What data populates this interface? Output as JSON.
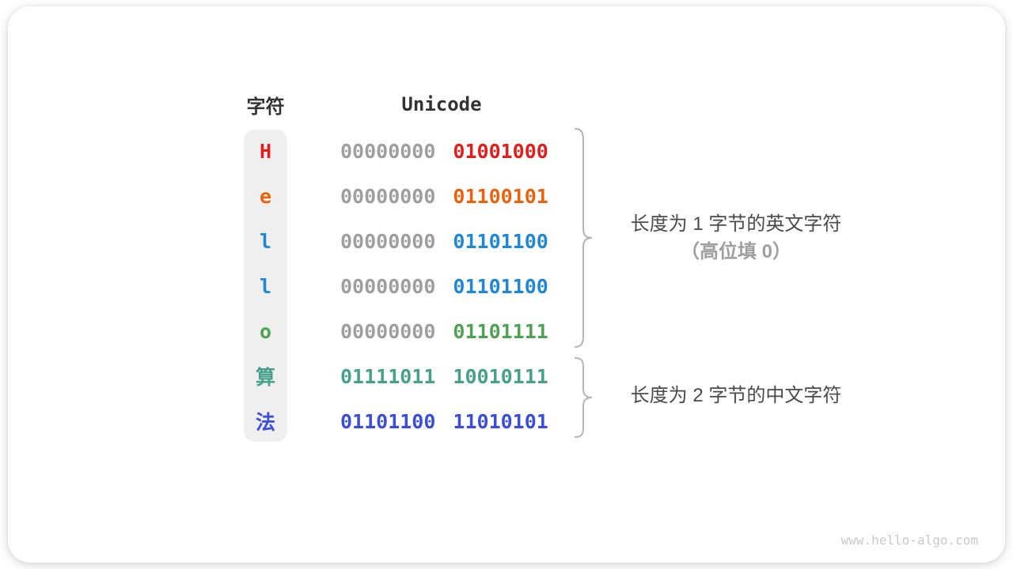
{
  "table": {
    "headers": {
      "char": "字符",
      "unicode": "Unicode"
    },
    "gray_color": "#9e9e9e",
    "rows": [
      {
        "char": "H",
        "byte1": "00000000",
        "byte2": "01001000",
        "color": "#e11d1d",
        "byte1_gray": true
      },
      {
        "char": "e",
        "byte1": "00000000",
        "byte2": "01100101",
        "color": "#ea630c",
        "byte1_gray": true
      },
      {
        "char": "l",
        "byte1": "00000000",
        "byte2": "01101100",
        "color": "#1f87d4",
        "byte1_gray": true
      },
      {
        "char": "l",
        "byte1": "00000000",
        "byte2": "01101100",
        "color": "#1f87d4",
        "byte1_gray": true
      },
      {
        "char": "o",
        "byte1": "00000000",
        "byte2": "01101111",
        "color": "#4fa153",
        "byte1_gray": true
      },
      {
        "char": "算",
        "byte1": "01111011",
        "byte2": "10010111",
        "color": "#46a08c",
        "byte1_gray": false
      },
      {
        "char": "法",
        "byte1": "01101100",
        "byte2": "11010101",
        "color": "#3b4ed8",
        "byte1_gray": false
      }
    ]
  },
  "annotations": {
    "english": {
      "line1": "长度为 1 字节的英文字符",
      "line2": "（高位填 0）"
    },
    "chinese": {
      "line1": "长度为 2 字节的中文字符"
    }
  },
  "colors": {
    "header_text": "#333333",
    "annotation_primary": "#4a4a4a",
    "annotation_secondary": "#9e9e9e",
    "brace": "#b3b3b3",
    "char_column_bg": "#efefef",
    "watermark": "#c9c9c9"
  },
  "watermark": "www.hello-algo.com"
}
